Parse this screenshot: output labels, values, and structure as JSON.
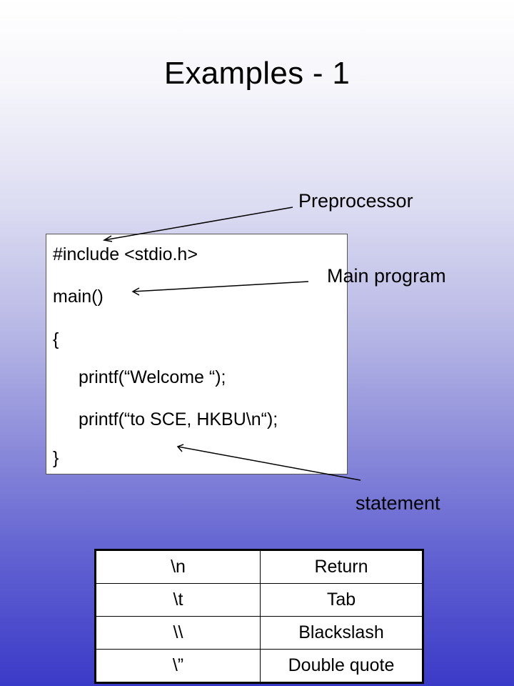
{
  "title": "Examples - 1",
  "code_lines": [
    "#include <stdio.h>",
    "main()",
    "{",
    "printf(“Welcome “);",
    "printf(“to SCE, HKBU\\n“);",
    "}"
  ],
  "annotations": {
    "preprocessor": "Preprocessor",
    "main_program": "Main program",
    "statement": "statement"
  },
  "escape_table": [
    {
      "code": "\\n",
      "meaning": "Return"
    },
    {
      "code": "\\t",
      "meaning": "Tab"
    },
    {
      "code": "\\\\",
      "meaning": "Blackslash"
    },
    {
      "code": "\\”",
      "meaning": "Double quote"
    }
  ]
}
